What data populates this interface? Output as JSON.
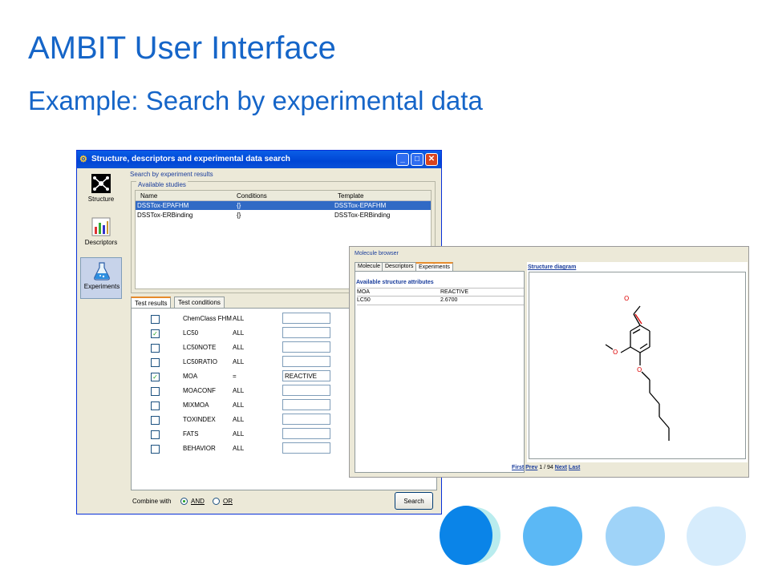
{
  "slide": {
    "title": "AMBIT User Interface",
    "subtitle": "Example: Search by experimental data"
  },
  "main_window": {
    "title": "Structure, descriptors and experimental data search",
    "nav": [
      {
        "label": "Structure",
        "icon": "molecule-icon"
      },
      {
        "label": "Descriptors",
        "icon": "bar-chart-icon"
      },
      {
        "label": "Experiments",
        "icon": "flask-icon",
        "selected": true
      }
    ],
    "search_group_label": "Search by experiment results",
    "studies": {
      "label": "Available studies",
      "columns": [
        "Name",
        "Conditions",
        "Template"
      ],
      "rows": [
        {
          "name": "DSSTox-EPAFHM",
          "conditions": "{}",
          "template": "DSSTox-EPAFHM",
          "selected": true
        },
        {
          "name": "DSSTox-ERBinding",
          "conditions": "{}",
          "template": "DSSTox-ERBinding",
          "selected": false
        }
      ]
    },
    "tabs": [
      "Test results",
      "Test conditions"
    ],
    "active_tab": "Test results",
    "criteria": [
      {
        "name": "ChemClass FHM",
        "checked": false,
        "condition": "ALL",
        "value": ""
      },
      {
        "name": "LC50",
        "checked": true,
        "condition": "ALL",
        "value": ""
      },
      {
        "name": "LC50NOTE",
        "checked": false,
        "condition": "ALL",
        "value": ""
      },
      {
        "name": "LC50RATIO",
        "checked": false,
        "condition": "ALL",
        "value": ""
      },
      {
        "name": "MOA",
        "checked": true,
        "condition": "=",
        "value": "REACTIVE"
      },
      {
        "name": "MOACONF",
        "checked": false,
        "condition": "ALL",
        "value": ""
      },
      {
        "name": "MIXMOA",
        "checked": false,
        "condition": "ALL",
        "value": ""
      },
      {
        "name": "TOXINDEX",
        "checked": false,
        "condition": "ALL",
        "value": ""
      },
      {
        "name": "FATS",
        "checked": false,
        "condition": "ALL",
        "value": ""
      },
      {
        "name": "BEHAVIOR",
        "checked": false,
        "condition": "ALL",
        "value": ""
      }
    ],
    "combine_label": "Combine with",
    "and_label": "AND",
    "or_label": "OR",
    "combine_selected": "AND",
    "search_button": "Search"
  },
  "molecule_browser": {
    "title": "Molecule browser",
    "tabs": [
      "Molecule",
      "Descriptors",
      "Experiments"
    ],
    "active_tab": "Experiments",
    "attributes_label": "Available structure attributes",
    "attributes": [
      {
        "key": "MOA",
        "value": "REACTIVE"
      },
      {
        "key": "LC50",
        "value": "2.6700"
      }
    ],
    "diagram_label": "Structure diagram",
    "atoms": {
      "o1": "O",
      "o2": "O",
      "o3": "O"
    },
    "pager": {
      "first": "First",
      "prev": "Prev",
      "page": "1",
      "sep": "/",
      "total": "94",
      "next": "Next",
      "last": "Last"
    }
  },
  "colors": {
    "title_blue": "#1565c8",
    "xp_titlebar": "#0046d5",
    "selection": "#316ac5",
    "circle1": "#0a84e8",
    "circle2": "#5bb8f5",
    "circle3": "#9fd3f8",
    "circle4": "#d6ecfc"
  }
}
